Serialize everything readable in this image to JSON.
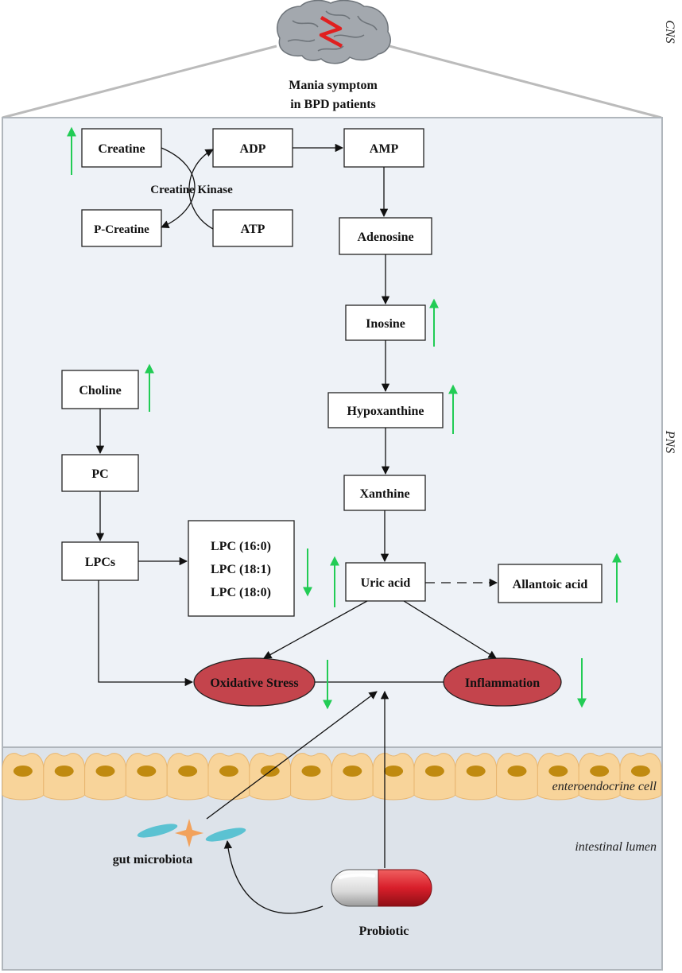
{
  "regions": {
    "cns": "CNS",
    "pns": "PNS",
    "enteroendocrine": "enteroendocrine cell",
    "lumen": "intestinal lumen"
  },
  "brain_caption": [
    "Mania symptom",
    "in BPD patients"
  ],
  "nodes": {
    "creatine": "Creatine",
    "p_creatine": "P-Creatine",
    "creatine_kinase": "Creatine Kinase",
    "adp": "ADP",
    "atp": "ATP",
    "amp": "AMP",
    "adenosine": "Adenosine",
    "inosine": "Inosine",
    "hypoxanthine": "Hypoxanthine",
    "xanthine": "Xanthine",
    "uric_acid": "Uric acid",
    "allantoic_acid": "Allantoic acid",
    "choline": "Choline",
    "pc": "PC",
    "lpcs": "LPCs",
    "lpc_list": [
      "LPC (16:0)",
      "LPC (18:1)",
      "LPC (18:0)"
    ],
    "oxidative_stress": "Oxidative Stress",
    "inflammation": "Inflammation",
    "gut_microbiota": "gut microbiota",
    "probiotic": "Probiotic"
  },
  "colors": {
    "panel_bg": "#eef2f7",
    "lumen_bg": "#dde3ea",
    "cell_fill": "#f8d49a",
    "nucleus_fill": "#c08a10",
    "ellipse_fill": "#c4444c",
    "up_arrow": "#22cc55",
    "down_arrow": "#22cc55",
    "pill_red": "#d81e2a",
    "microbe_blue": "#5bc2d2",
    "microbe_orange": "#f2a25c"
  }
}
